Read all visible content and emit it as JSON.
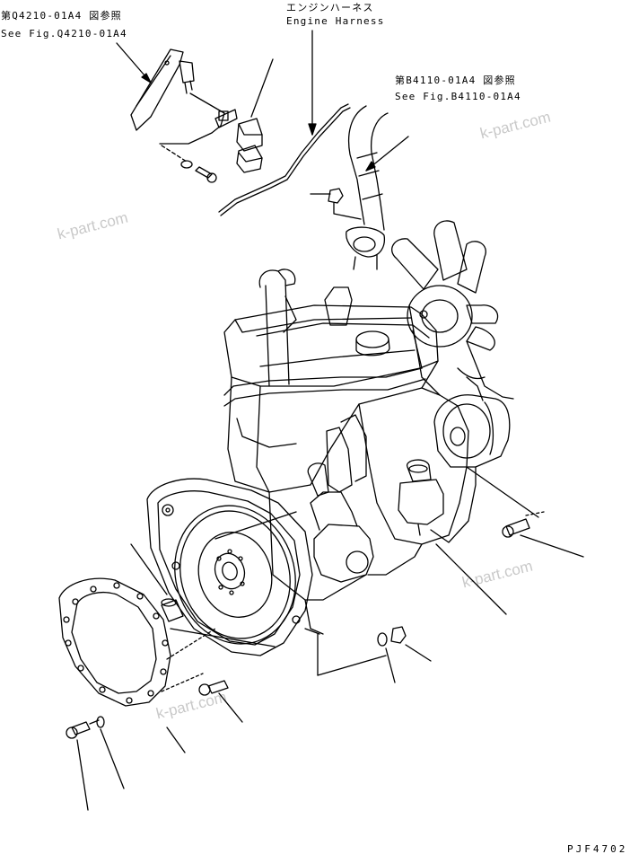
{
  "labels": {
    "ref_q4210_jp": "第Q4210-01A4 図参照",
    "ref_q4210_en": "See Fig.Q4210-01A4",
    "harness_jp": "エンジンハーネス",
    "harness_en": "Engine Harness",
    "ref_b4110_jp": "第B4110-01A4 図参照",
    "ref_b4110_en": "See Fig.B4110-01A4",
    "drawing_code": "PJF4702"
  },
  "watermarks": [
    "k-part.com",
    "k-part.com",
    "k-part.com",
    "k-part.com"
  ]
}
